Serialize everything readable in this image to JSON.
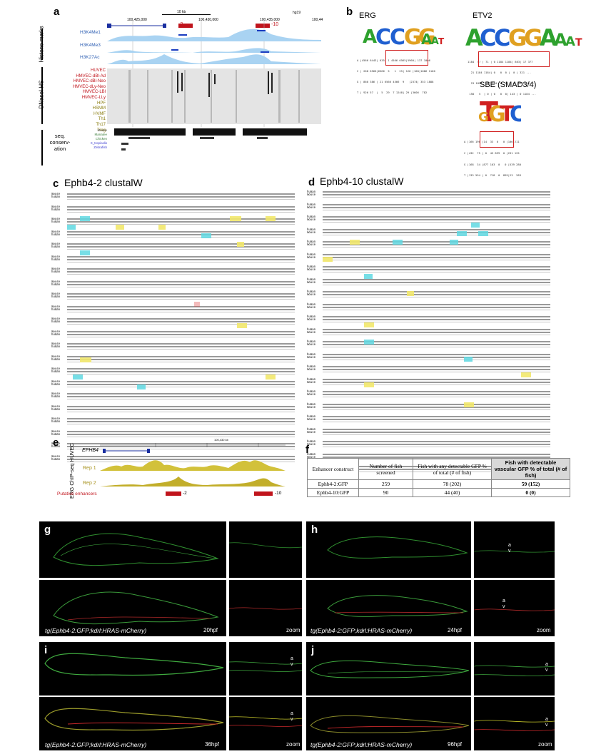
{
  "panels": {
    "a": "a",
    "b": "b",
    "c": "c",
    "d": "d",
    "e": "e",
    "f": "f",
    "g": "g",
    "h": "h",
    "i": "i",
    "j": "j"
  },
  "panel_a": {
    "scale": "10 kb",
    "genome": "hg19",
    "coords": [
      "100,425,000",
      "100,430,000",
      "100,435,000",
      "100,44"
    ],
    "enhancer_labels": [
      "-2",
      "-10"
    ],
    "group_labels": {
      "histone": "Histone marks",
      "dnase": "DNaseI HS",
      "conservation": "seq. conserv-ation"
    },
    "histone_tracks": [
      "H3K4Me1",
      "H3K4Me3",
      "H3K27Ac"
    ],
    "dnase_tracks_red": [
      "HUVEC",
      "HMVEC-dBl-Ad",
      "HMVEC-dBl-Neo",
      "HMVEC-dLy-Neo",
      "HMVEC-LBl",
      "HMVEC-LLy"
    ],
    "dnase_tracks_olive": [
      "HPF",
      "HSMM",
      "HVMF",
      "Th1",
      "Th17",
      "Treg"
    ],
    "species": [
      "Mouse",
      "Manatee",
      "Chicken",
      "X_tropicalis",
      "Zebrafish"
    ]
  },
  "panel_b": {
    "logos": [
      {
        "name": "ERG",
        "letters": "ACCGGAAGT"
      },
      {
        "name": "ETV2",
        "letters": "ACCGGAAAT"
      },
      {
        "name": "SBE (SMAD3/4)",
        "letters": "TGTCT"
      }
    ],
    "matrix_rows": [
      "A",
      "C",
      "G",
      "T"
    ],
    "erg_matrix": [
      "A |4566 6443| 635  1 4566 6565|5960| 137 1006",
      "C | 268 6566|6566  5   1  25| 126 |100|1086 1100",
      "G | 860 386 | 21 6566 4566  9   |2374| 353 1888",
      "T | 926 57  |  5  29  7 1248| 29 |3606  782"
    ],
    "etv2_matrix": [
      "1184  57 | 71 | 0 1184 1184| 863| 17 377",
      "  21 1184 1184| 0   0  0 |  0 | 321 ...",
      "  23 1894   0 1184  0  0 |  0 |3371 46 ...",
      " 158   5  | 0 | 0   0  0| 143 | 0 1184 ..."
    ],
    "sbe_matrix": [
      "A |166 196 |14  33  0   0 |106 211",
      "C |432  75 | 0  45 899  0 |231 125",
      "G |168  34 |877 103  0   0 |539 280",
      "T |133 594 | 0  718  0  899|23  283"
    ]
  },
  "panel_c": {
    "title": "Ephb4-2 clustalW",
    "species": [
      "mouse",
      "human"
    ]
  },
  "panel_d": {
    "title": "Ephb4-10 clustalW",
    "species": [
      "human",
      "mouse"
    ]
  },
  "panel_e": {
    "gene": "EPHB4",
    "scale": "100,430 kb",
    "ylabel": "ERG ChIP-seq HUVEC",
    "rep1": "Rep 1",
    "rep2": "Rep 2",
    "enhancer_label": "Putative enhancers",
    "enhancers": [
      "-2",
      "-10"
    ]
  },
  "panel_f": {
    "headers": [
      "Enhancer construct",
      "Number of fish screened",
      "Fish with any detectable GFP % of total  (# of fish)",
      "Fish with detectable vascular GFP % of total (# of fish)"
    ],
    "rows": [
      [
        "Ephb4-2:GFP",
        "259",
        "78 (202)",
        "59 (152)"
      ],
      [
        "Ephb4-10:GFP",
        "90",
        "44 (40)",
        "0 (0)"
      ]
    ]
  },
  "panel_g": {
    "caption": "tg(Ephb4-2:GFP;kdrl:HRAS-mCherry)",
    "stage": "20hpf",
    "zoom": "zoom"
  },
  "panel_h": {
    "caption": "tg(Ephb4-2:GFP;kdrl:HRAS-mCherry)",
    "stage": "24hpf",
    "zoom": "zoom",
    "av": [
      "a",
      "v"
    ]
  },
  "panel_i": {
    "caption": "tg(Ephb4-2:GFP;kdrl:HRAS-mCherry)",
    "stage": "36hpf",
    "zoom": "zoom",
    "av": [
      "a",
      "v"
    ]
  },
  "panel_j": {
    "caption": "tg(Ephb4-2:GFP;kdrl:HRAS-mCherry)",
    "stage": "96hpf",
    "zoom": "zoom",
    "av": [
      "a",
      "v"
    ]
  },
  "colors": {
    "histone_fill": "#a9d3f2",
    "enhancer_red": "#c0141c",
    "chip_olive": "#b8a51c",
    "gfp_green": "#5fc75f",
    "mcherry_red": "#c8282a"
  }
}
